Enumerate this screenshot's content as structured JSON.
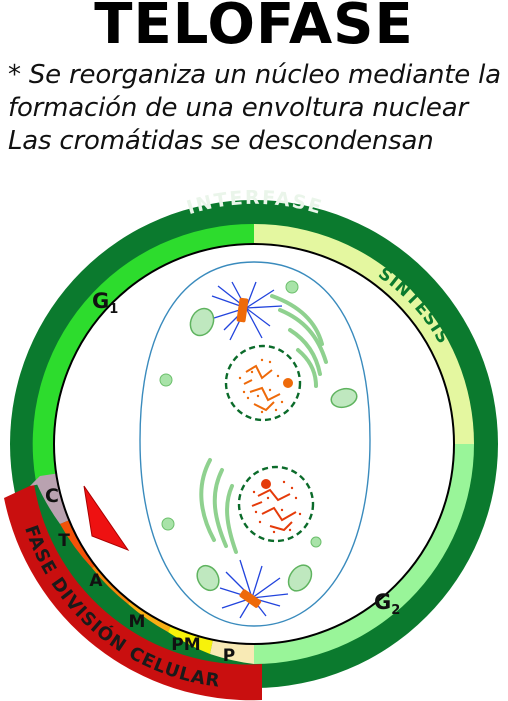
{
  "title": "TELOFASE",
  "description": [
    "* Se reorganiza un núcleo mediante la",
    "formación de una envoltura nuclear",
    "Las cromátidas se descondensan"
  ],
  "cycle": {
    "interphase_label": "INTERFASE",
    "phases": {
      "g1": "G",
      "g1_sub": "1",
      "s": "SINTESIS",
      "g2": "G",
      "g2_sub": "2"
    },
    "division_label": "FASE DIVISIÓN CELULAR",
    "division_stages": [
      "C",
      "T",
      "A",
      "M",
      "PM",
      "P"
    ],
    "current_stage": "T"
  },
  "colors": {
    "outer_ring": "#0b7a2e",
    "g1": "#2ddc2d",
    "s": "#e4f7a0",
    "g2": "#99f599",
    "division_ring": "#c90f0f",
    "c": "#b9a2b0",
    "t": "#f35208",
    "a": "#f7850c",
    "m": "#f9ae14",
    "pm": "#f7f20a",
    "p": "#f8eab5",
    "pointer": "#ee1111",
    "chromatin": "#ee6a0a",
    "spindle": "#2244dd",
    "organelle": "#8fd18f"
  }
}
